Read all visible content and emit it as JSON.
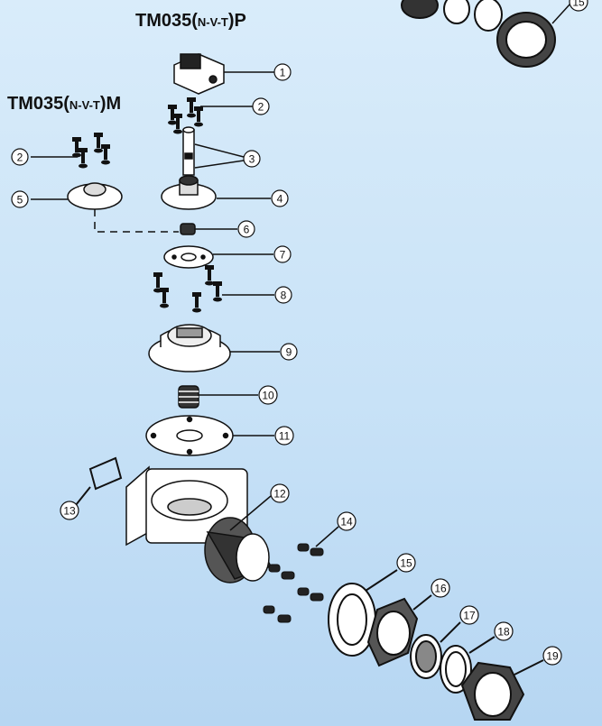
{
  "titles": {
    "p_model": {
      "prefix": "TM035(",
      "mid": "N-V-T",
      "suffix": ")P"
    },
    "m_model": {
      "prefix": "TM035(",
      "mid": "N-V-T",
      "suffix": ")M"
    }
  },
  "callouts": [
    "1",
    "2",
    "2",
    "3",
    "4",
    "5",
    "6",
    "7",
    "8",
    "9",
    "10",
    "11",
    "12",
    "13",
    "14",
    "15",
    "16",
    "17",
    "18",
    "19",
    "15"
  ],
  "colors": {
    "background_top": "#d9ecfa",
    "background_bottom": "#b6d6f2",
    "line": "#111111",
    "part_fill": "#ffffff"
  }
}
